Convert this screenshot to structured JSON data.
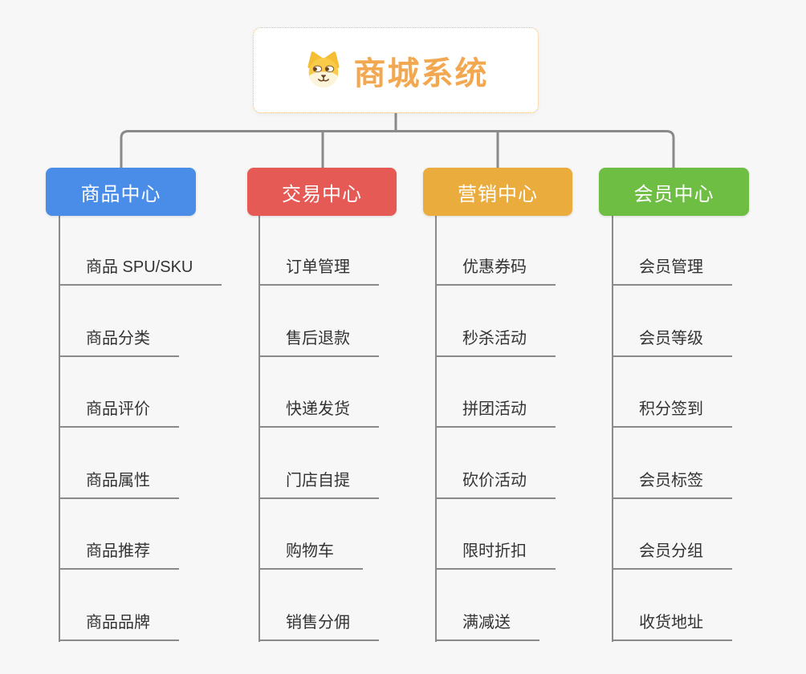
{
  "canvas": {
    "background": "#F7F7F7"
  },
  "lines": {
    "color": "#8A8A8A"
  },
  "root": {
    "title": "商城系统",
    "icon": "dog-face-icon",
    "text_color": "#F2A851",
    "border_color": "#F2BA6C",
    "background": "#FFFFFF"
  },
  "branches": [
    {
      "label": "商品中心",
      "color": "#4A8DE9",
      "children": [
        "商品 SPU/SKU",
        "商品分类",
        "商品评价",
        "商品属性",
        "商品推荐",
        "商品品牌"
      ]
    },
    {
      "label": "交易中心",
      "color": "#E65A56",
      "children": [
        "订单管理",
        "售后退款",
        "快递发货",
        "门店自提",
        "购物车",
        "销售分佣"
      ]
    },
    {
      "label": "营销中心",
      "color": "#EBAC3E",
      "children": [
        "优惠券码",
        "秒杀活动",
        "拼团活动",
        "砍价活动",
        "限时折扣",
        "满减送"
      ]
    },
    {
      "label": "会员中心",
      "color": "#6FBE44",
      "children": [
        "会员管理",
        "会员等级",
        "积分签到",
        "会员标签",
        "会员分组",
        "收货地址"
      ]
    }
  ]
}
